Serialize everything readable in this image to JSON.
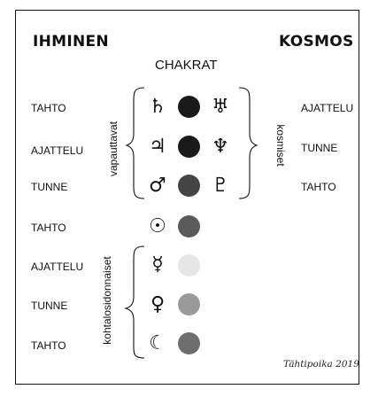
{
  "headers": {
    "left": "IHMINEN",
    "right": "KOSMOS",
    "center": "CHAKRAT"
  },
  "left_labels": [
    "TAHTO",
    "AJATTELU",
    "TUNNE",
    "TAHTO",
    "AJATTELU",
    "TUNNE",
    "TAHTO"
  ],
  "right_labels": [
    "AJATTELU",
    "TUNNE",
    "TAHTO"
  ],
  "groups": {
    "upper": "vapauttavat",
    "lower": "kohtalosidonnaiset",
    "right": "kosmiset"
  },
  "rows": [
    {
      "planet": "♄",
      "planet_icon": "saturn-icon",
      "outer": "♅",
      "outer_icon": "uranus-icon",
      "dot_color": "#1a1a1a"
    },
    {
      "planet": "♃",
      "planet_icon": "jupiter-icon",
      "outer": "♆",
      "outer_icon": "neptune-icon",
      "dot_color": "#1a1a1a"
    },
    {
      "planet": "♂",
      "planet_icon": "mars-icon",
      "outer": "♇",
      "outer_icon": "pluto-icon",
      "dot_color": "#444444"
    },
    {
      "planet": "☉",
      "planet_icon": "sun-icon",
      "dot_color": "#5a5a5a"
    },
    {
      "planet": "☿",
      "planet_icon": "mercury-icon",
      "dot_color": "#e6e6e6"
    },
    {
      "planet": "♀",
      "planet_icon": "venus-icon",
      "dot_color": "#9a9a9a"
    },
    {
      "planet": "☾",
      "planet_icon": "moon-icon",
      "dot_color": "#6e6e6e"
    }
  ],
  "signature": "Tähtipoika 2019"
}
